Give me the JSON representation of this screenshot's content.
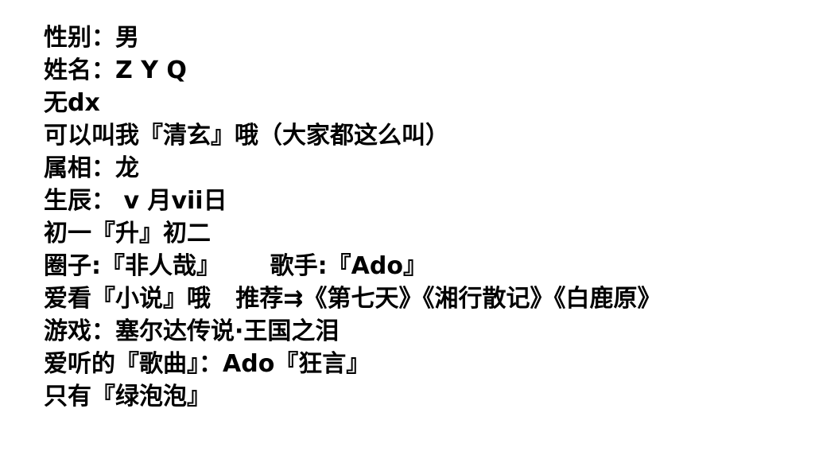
{
  "lines": [
    "性别：男",
    "姓名：Z Y Q",
    "无dx",
    "可以叫我『清玄』哦（大家都这么叫）",
    "属相：龙",
    "生辰： v 月vii日",
    "初一『升』初二",
    "圈子:『非人哉』      歌手:『Ado』",
    "爱看『小说』哦   推荐⇉《第七天》《湘行散记》《白鹿原》",
    "游戏：塞尔达传说·王国之泪",
    "爱听的『歌曲』：Ado『狂言』",
    "只有『绿泡泡』"
  ]
}
